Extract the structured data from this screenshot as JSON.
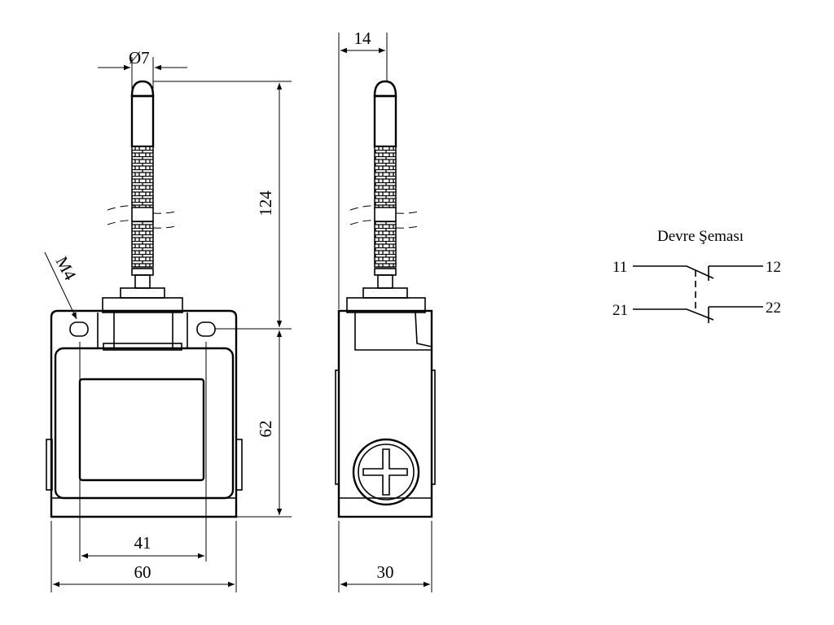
{
  "dimensions": {
    "diameter": "Ø7",
    "side_rod_offset": "14",
    "height_rod": "124",
    "height_body": "62",
    "hole_spacing": "41",
    "width_front": "60",
    "width_side": "30",
    "thread": "M4"
  },
  "circuit": {
    "title": "Devre Şeması",
    "terminals": [
      "11",
      "12",
      "21",
      "22"
    ]
  }
}
